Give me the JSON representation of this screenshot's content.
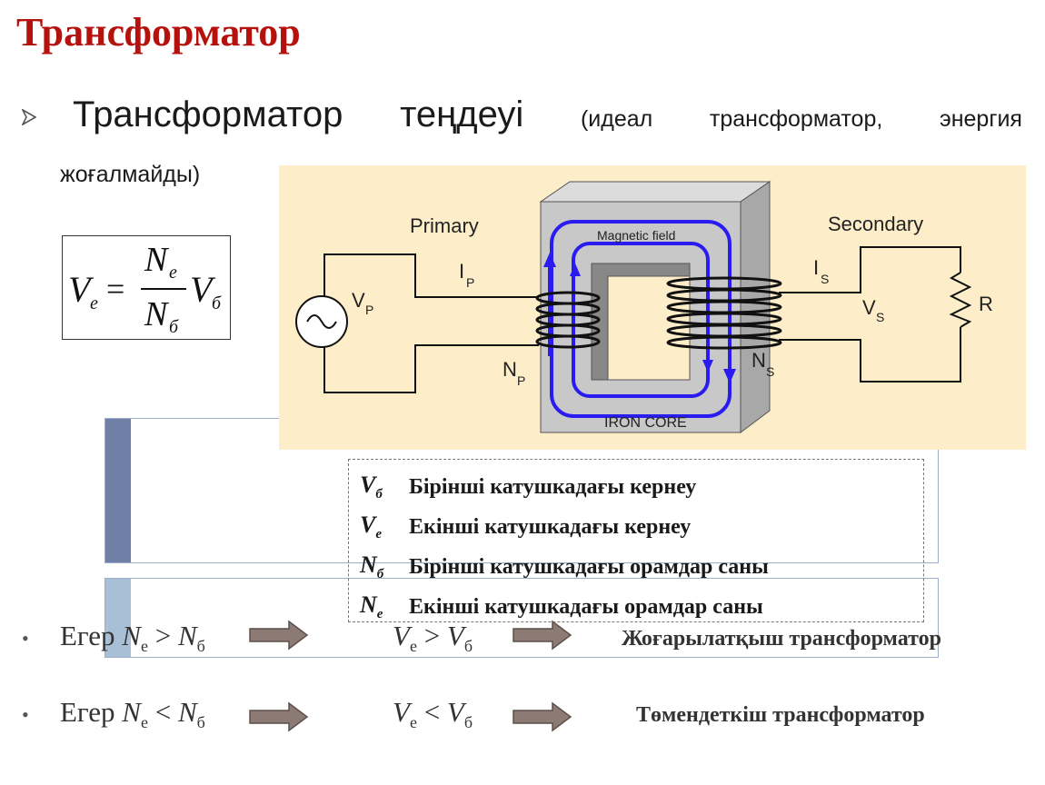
{
  "slide": {
    "title": "Трансформатор",
    "bullet_main_word1": "Трансформатор",
    "bullet_main_word2": "теңдеуі",
    "bullet_paren_1": "(идеал",
    "bullet_paren_2": "трансформатор,",
    "bullet_paren_3": "энергия",
    "bullet_paren_cont": "жоғалмайды)"
  },
  "formula": {
    "lhs": "V",
    "lhs_sub": "e",
    "eq": "=",
    "num": "N",
    "num_sub": "e",
    "den": "N",
    "den_sub": "б",
    "rhs": "V",
    "rhs_sub": "б"
  },
  "diagram": {
    "primary": "Primary",
    "secondary": "Secondary",
    "magnetic_field": "Magnetic field",
    "iron_core": "IRON CORE",
    "ip": "I",
    "ip_sub": "P",
    "is": "I",
    "is_sub": "S",
    "vp": "V",
    "vp_sub": "P",
    "vs": "V",
    "vs_sub": "S",
    "np": "N",
    "np_sub": "P",
    "ns": "N",
    "ns_sub": "S",
    "r": "R",
    "colors": {
      "background": "#fdeec9",
      "core": "#c8c8c8",
      "field": "#2a1cf0"
    }
  },
  "legend": [
    {
      "sym": "V",
      "sub": "б",
      "text": "Бірінші катушкадағы кернеу"
    },
    {
      "sym": "V",
      "sub": "e",
      "text": "Екінші катушкадағы кернеу"
    },
    {
      "sym": "N",
      "sub": "б",
      "text": "Бірінші  катушкадағы орамдар саны"
    },
    {
      "sym": "N",
      "sub": "e",
      "text": "Екінші катушкадағы орамдар саны"
    }
  ],
  "conditions": [
    {
      "bullet": "•",
      "prefix": "Егер",
      "a": "N",
      "a_sub": "e",
      "op": ">",
      "b": "N",
      "b_sub": "б",
      "va": "V",
      "va_sub": "e",
      "vop": ">",
      "vb": "V",
      "vb_sub": "б",
      "result": "Жоғарылатқыш трансформатор"
    },
    {
      "bullet": "•",
      "prefix": "Егер",
      "a": "N",
      "a_sub": "e",
      "op": "<",
      "b": "N",
      "b_sub": "б",
      "va": "V",
      "va_sub": "e",
      "vop": "<",
      "vb": "V",
      "vb_sub": "б",
      "result": "Төмендеткіш трансформатор"
    }
  ],
  "icons": {
    "bullet_main": "arrowhead-bullet-icon",
    "arrow": "right-arrow-icon"
  }
}
